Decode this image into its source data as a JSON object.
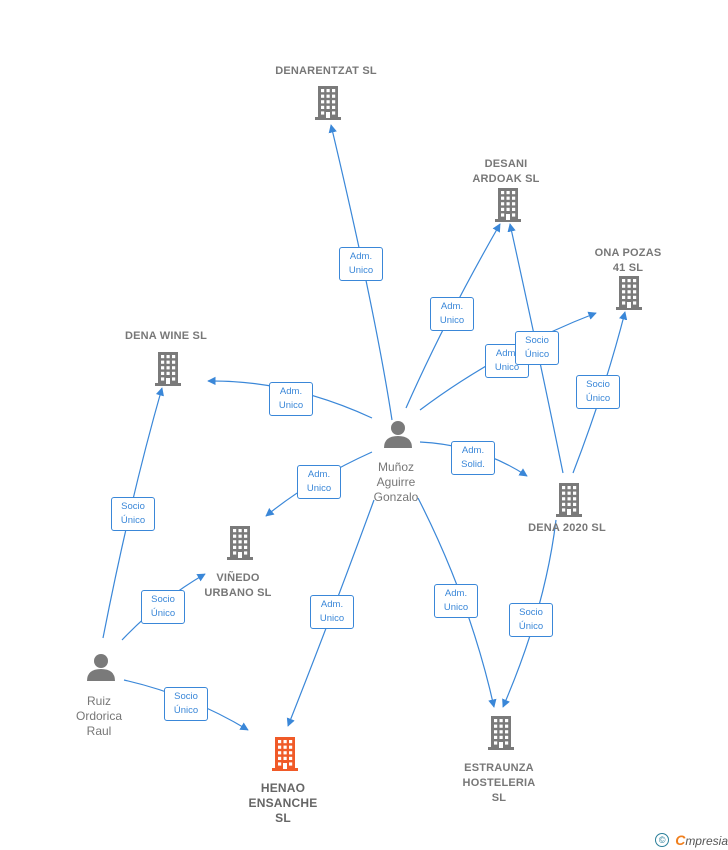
{
  "colors": {
    "edge": "#3a87d8",
    "company": "#7a7a7a",
    "highlight": "#f05a28",
    "person": "#7a7a7a"
  },
  "companies": [
    {
      "id": "denarentzat",
      "name": "DENARENTZAT SL",
      "highlight": false
    },
    {
      "id": "desani",
      "name": "DESANI\nARDOAK  SL",
      "highlight": false
    },
    {
      "id": "onapozas",
      "name": "ONA POZAS\n41  SL",
      "highlight": false
    },
    {
      "id": "denawine",
      "name": "DENA WINE  SL",
      "highlight": false
    },
    {
      "id": "dena2020",
      "name": "DENA 2020  SL",
      "highlight": false
    },
    {
      "id": "vinedo",
      "name": "VIÑEDO\nURBANO  SL",
      "highlight": false
    },
    {
      "id": "henao",
      "name": "HENAO\nENSANCHE\nSL",
      "highlight": true
    },
    {
      "id": "estraunza",
      "name": "ESTRAUNZA\nHOSTELERIA\nSL",
      "highlight": false
    }
  ],
  "persons": [
    {
      "id": "munoz",
      "name": "Muñoz\nAguirre\nGonzalo"
    },
    {
      "id": "ruiz",
      "name": "Ruiz\nOrdorica\nRaul"
    }
  ],
  "edges": [
    {
      "id": "e1",
      "label": "Adm.\nUnico"
    },
    {
      "id": "e2",
      "label": "Adm.\nUnico"
    },
    {
      "id": "e3",
      "label": "Adm.\nUnico"
    },
    {
      "id": "e4",
      "label": "Adm.\nUnico"
    },
    {
      "id": "e5",
      "label": "Adm.\nSolid."
    },
    {
      "id": "e6",
      "label": "Adm.\nUnico"
    },
    {
      "id": "e7",
      "label": "Adm.\nUnico"
    },
    {
      "id": "e8",
      "label": "Adm.\nUnico"
    },
    {
      "id": "e9",
      "label": "Socio\nÚnico"
    },
    {
      "id": "e10",
      "label": "Socio\nÚnico"
    },
    {
      "id": "e11",
      "label": "Socio\nÚnico"
    },
    {
      "id": "e12",
      "label": "Socio\nÚnico"
    },
    {
      "id": "e13",
      "label": "Socio\nÚnico"
    },
    {
      "id": "e14",
      "label": "Socio\nÚnico"
    }
  ],
  "footer": {
    "copyright": "©",
    "brand_first": "C",
    "brand_rest": "mpresia"
  }
}
